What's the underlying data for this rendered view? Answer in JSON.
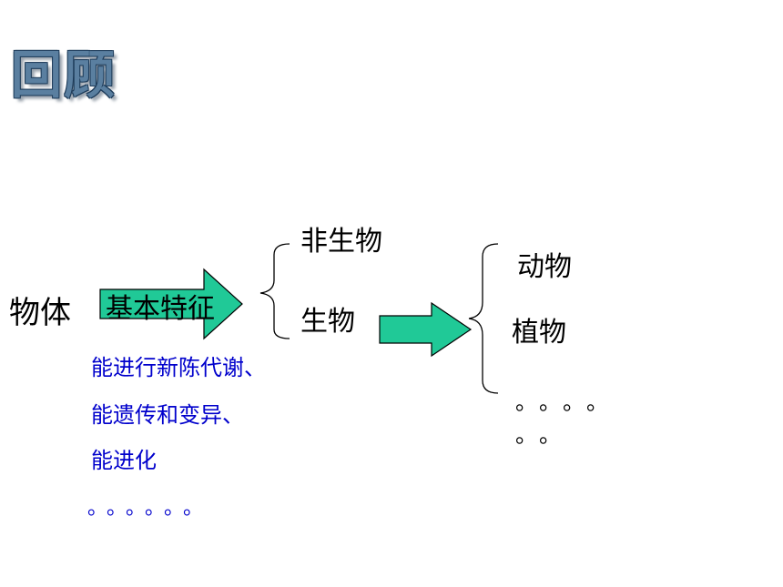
{
  "title": "回顾",
  "root": "物体",
  "arrow1_label": "基本特征",
  "branch1": {
    "items": [
      "非生物",
      "生物"
    ]
  },
  "branch2": {
    "items": [
      "动物",
      "植物"
    ],
    "dots_line1": "。。。。",
    "dots_line2": "。。"
  },
  "characteristics": [
    "能进行新陈代谢、",
    "能遗传和变异、",
    "能进化",
    "。。。。。。"
  ],
  "colors": {
    "title": "#5a7fa0",
    "title_outline": "#1e3c5a",
    "arrow_fill": "#20c997",
    "arrow_stroke": "#000000",
    "characteristics_text": "#0000cc"
  }
}
